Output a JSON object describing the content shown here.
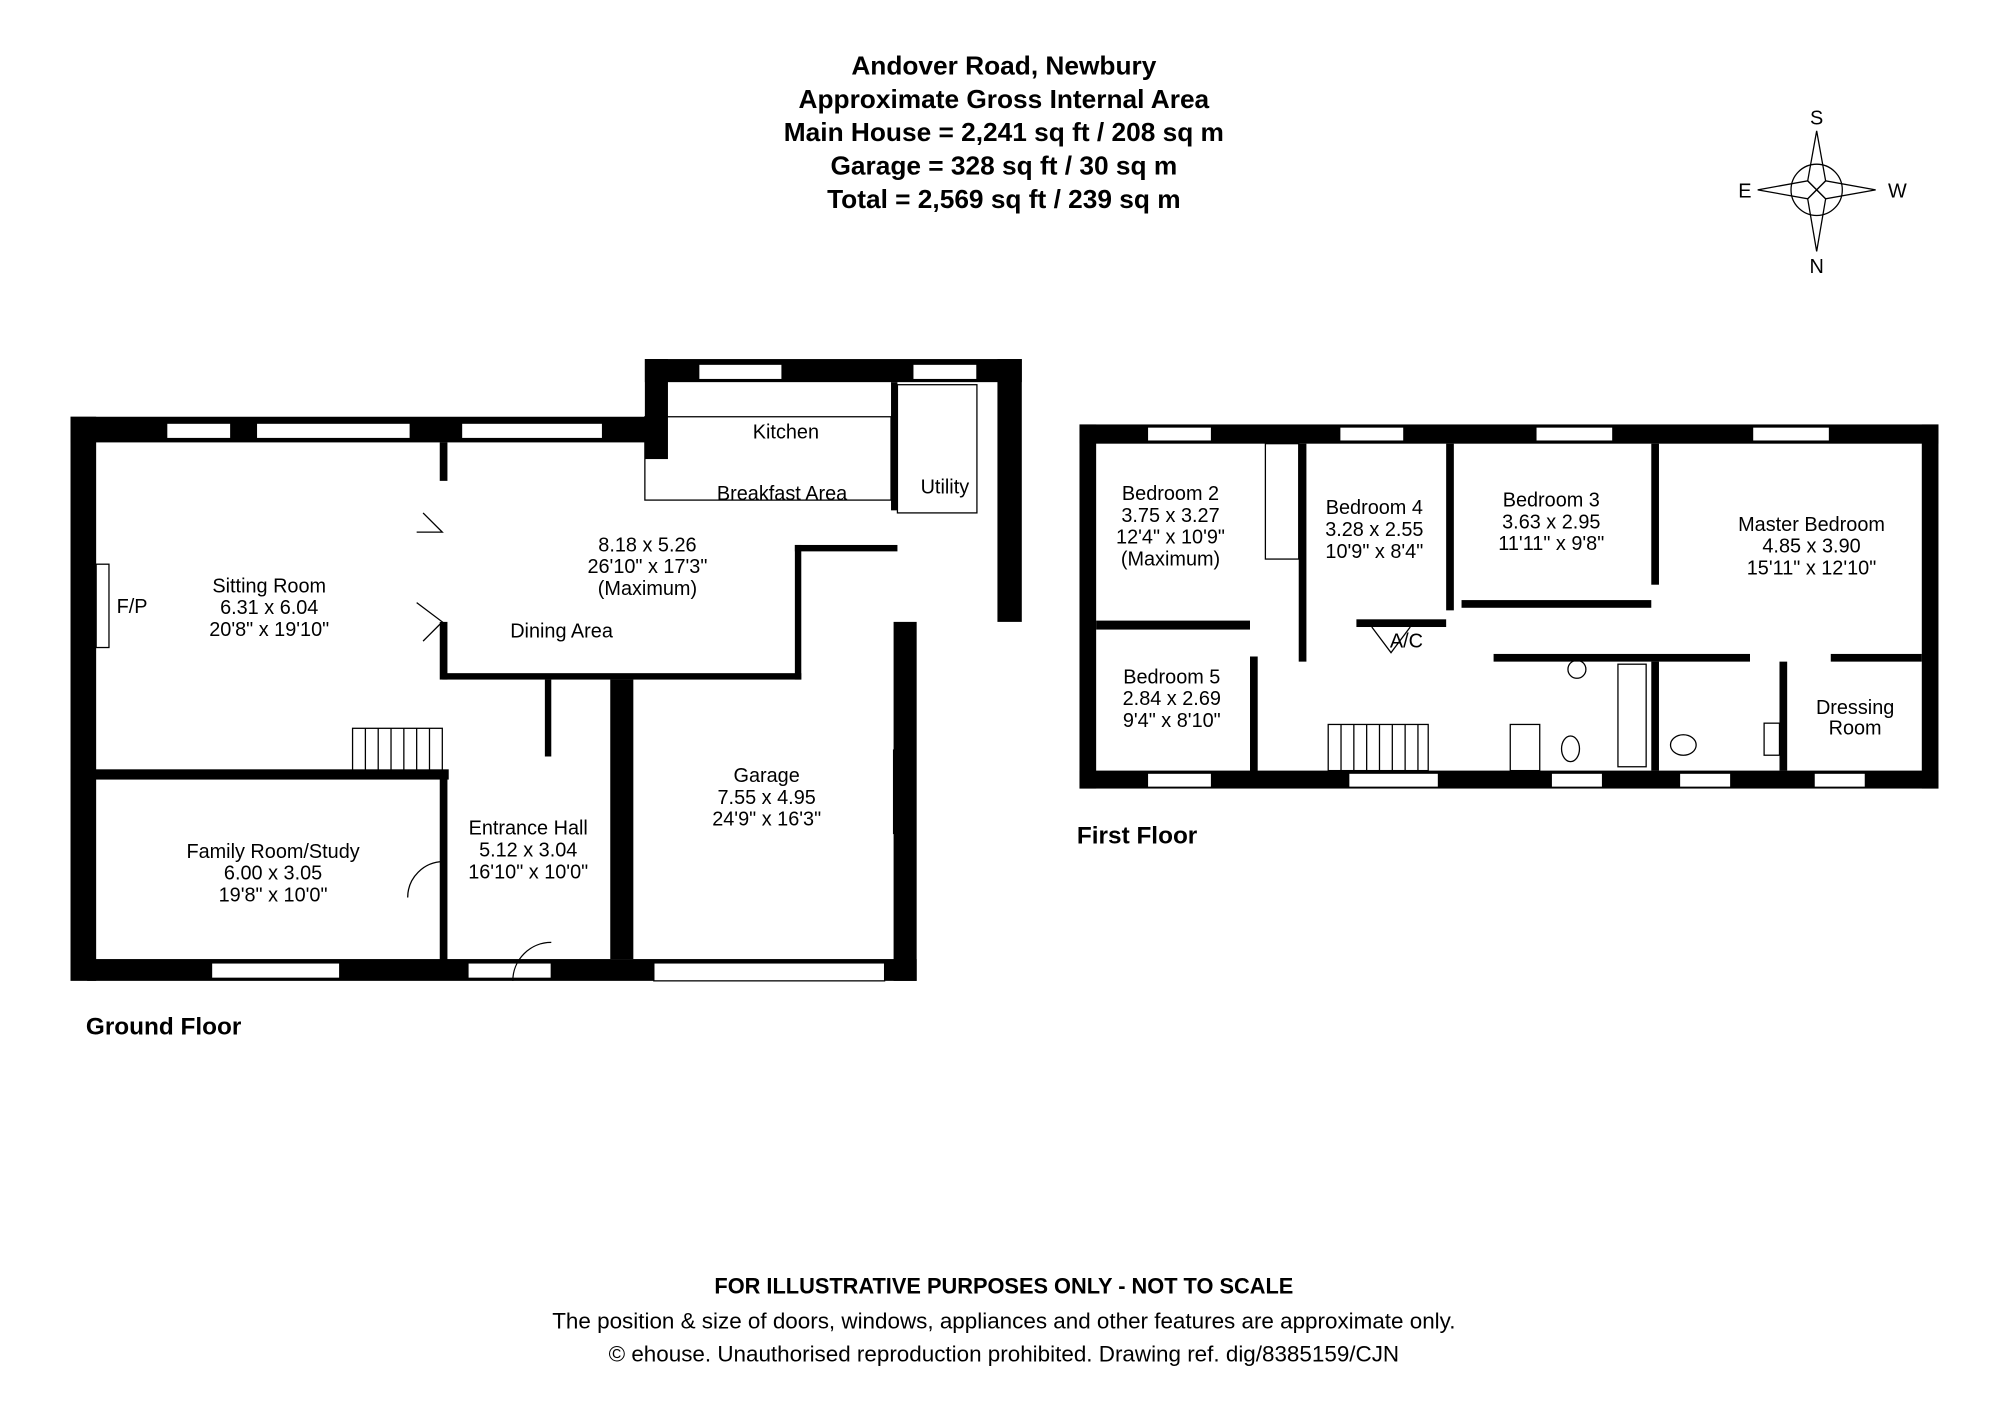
{
  "header": {
    "title": "Andover Road, Newbury",
    "subtitle": "Approximate Gross Internal Area",
    "main_house": "Main House = 2,241 sq ft / 208 sq m",
    "garage": "Garage = 328 sq ft / 30 sq m",
    "total": "Total = 2,569 sq ft / 239 sq m"
  },
  "compass": {
    "s": "S",
    "e": "E",
    "w": "W",
    "n": "N"
  },
  "ground_floor": {
    "label": "Ground Floor",
    "rooms": {
      "sitting": [
        "Sitting Room",
        "6.31 x 6.04",
        "20'8\" x 19'10\""
      ],
      "fp": "F/P",
      "kitchen": "Kitchen",
      "breakfast": "Breakfast Area",
      "utility": "Utility",
      "dining_dims": [
        "8.18 x 5.26",
        "26'10\" x 17'3\"",
        "(Maximum)"
      ],
      "dining": "Dining Area",
      "family": [
        "Family Room/Study",
        "6.00 x 3.05",
        "19'8\" x 10'0\""
      ],
      "hall": [
        "Entrance Hall",
        "5.12 x 3.04",
        "16'10\" x 10'0\""
      ],
      "garage": [
        "Garage",
        "7.55 x 4.95",
        "24'9\" x 16'3\""
      ]
    }
  },
  "first_floor": {
    "label": "First Floor",
    "rooms": {
      "bed2": [
        "Bedroom 2",
        "3.75 x 3.27",
        "12'4\" x 10'9\"",
        "(Maximum)"
      ],
      "bed4": [
        "Bedroom 4",
        "3.28 x 2.55",
        "10'9\" x 8'4\""
      ],
      "bed3": [
        "Bedroom 3",
        "3.63 x 2.95",
        "11'11\" x 9'8\""
      ],
      "master": [
        "Master Bedroom",
        "4.85 x 3.90",
        "15'11\" x 12'10\""
      ],
      "bed5": [
        "Bedroom 5",
        "2.84 x 2.69",
        "9'4\" x 8'10\""
      ],
      "ac": "A/C",
      "dressing": [
        "Dressing",
        "Room"
      ]
    }
  },
  "footer": {
    "line1": "FOR ILLUSTRATIVE PURPOSES ONLY - NOT TO SCALE",
    "line2": "The position & size of doors, windows, appliances and other features are approximate only.",
    "line3": "© ehouse. Unauthorised reproduction prohibited. Drawing ref. dig/8385159/CJN"
  }
}
